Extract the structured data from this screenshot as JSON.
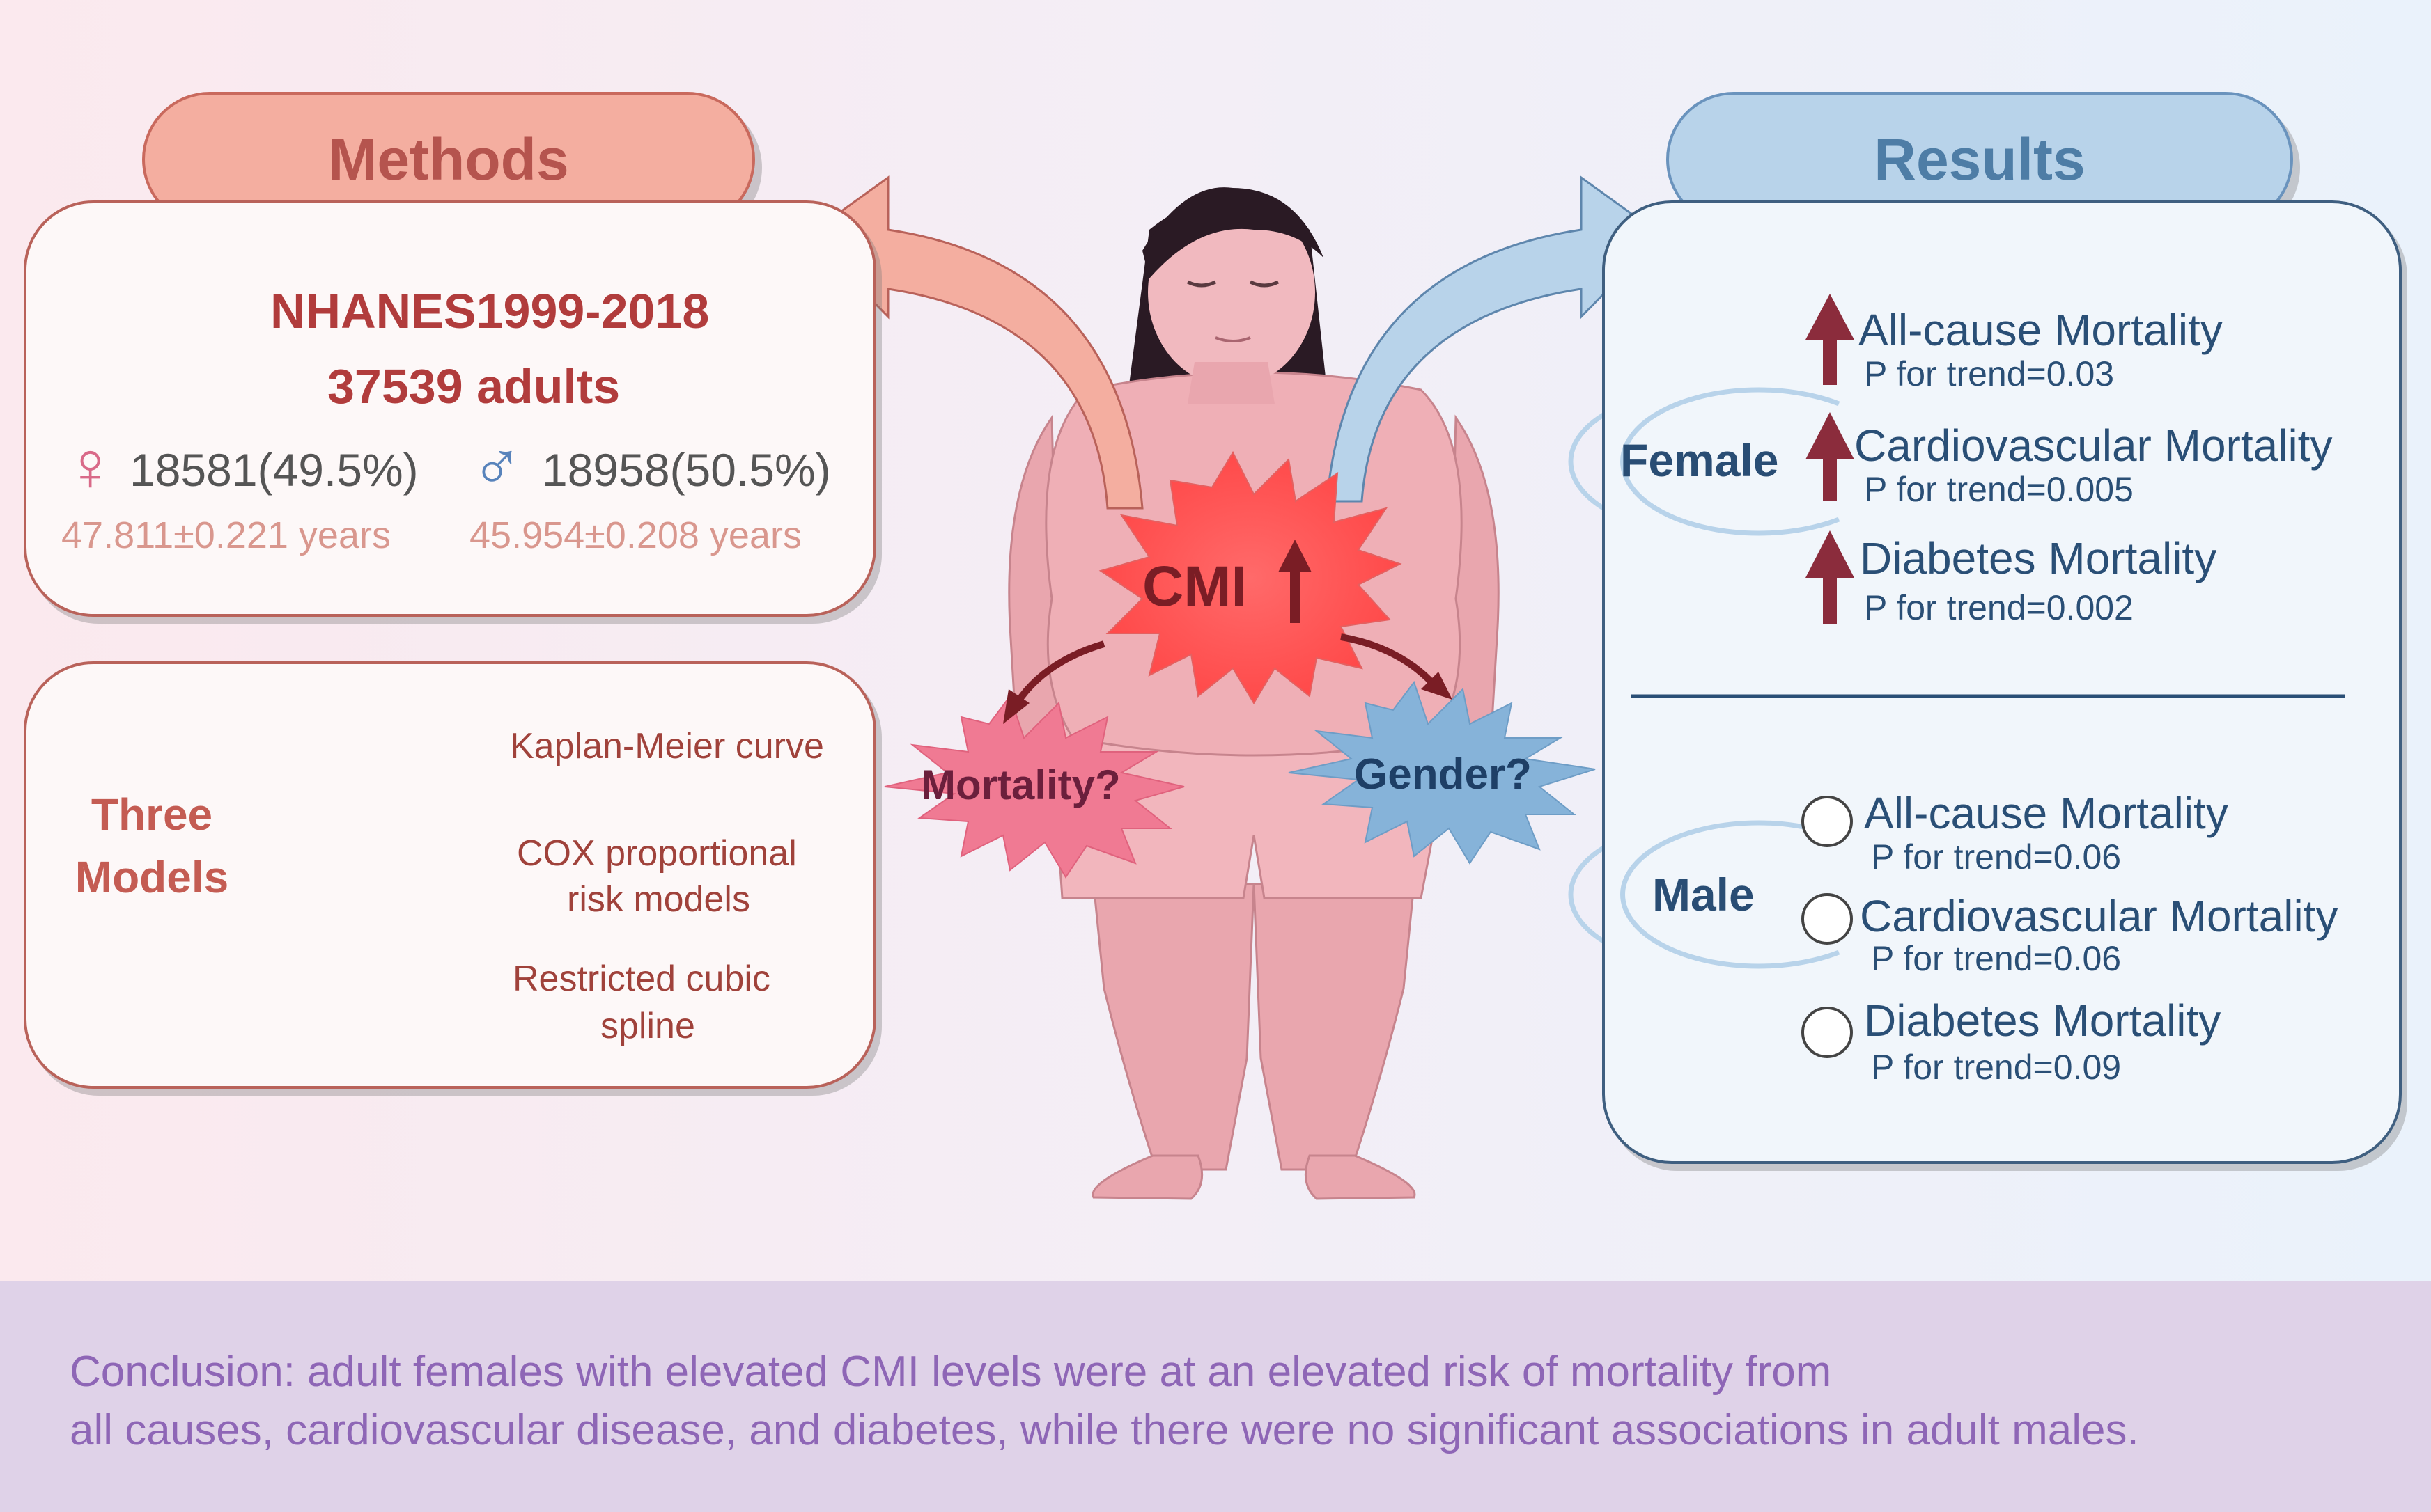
{
  "colors": {
    "methods_accent": "#c9695d",
    "results_accent": "#6a93bd",
    "arrow_up": "#8b2c3c",
    "conclusion_text": "#8e66b6"
  },
  "methods": {
    "title": "Methods",
    "dataset": "NHANES1999-2018",
    "sample": "37539 adults",
    "female": {
      "icon": "female-symbol-icon",
      "count": "18581(49.5%)",
      "age": "47.811±0.221 years"
    },
    "male": {
      "icon": "male-symbol-icon",
      "count": "18958(50.5%)",
      "age": "45.954±0.208 years"
    },
    "models_label_line1": "Three",
    "models_label_line2": "Models",
    "models": [
      {
        "icon": "kaplan-meier-icon",
        "line1": "Kaplan-Meier curve",
        "line2": ""
      },
      {
        "icon": "pie-chart-icon",
        "line1": "COX proportional",
        "line2": "risk models"
      },
      {
        "icon": "spline-curve-icon",
        "line1": "Restricted cubic",
        "line2": "spline"
      }
    ]
  },
  "center": {
    "cmi_label": "CMI",
    "mortality_label": "Mortality?",
    "gender_label": "Gender?"
  },
  "results": {
    "title": "Results",
    "female": {
      "label": "Female",
      "items": [
        {
          "title": "All-cause Mortality",
          "p": "P for trend=0.03",
          "indicator": "up-arrow-icon"
        },
        {
          "title": "Cardiovascular Mortality",
          "p": "P for trend=0.005",
          "indicator": "up-arrow-icon"
        },
        {
          "title": "Diabetes Mortality",
          "p": "P for trend=0.002",
          "indicator": "up-arrow-icon"
        }
      ]
    },
    "male": {
      "label": "Male",
      "items": [
        {
          "title": "All-cause Mortality",
          "p": "P for trend=0.06",
          "indicator": "circle-icon"
        },
        {
          "title": "Cardiovascular Mortality",
          "p": "P for trend=0.06",
          "indicator": "circle-icon"
        },
        {
          "title": "Diabetes Mortality",
          "p": "P for trend=0.09",
          "indicator": "circle-icon"
        }
      ]
    }
  },
  "conclusion": {
    "line1": "Conclusion: adult females with elevated CMI levels were at an elevated risk of mortality from",
    "line2": "all causes, cardiovascular disease, and diabetes, while there were no significant associations in adult males."
  }
}
